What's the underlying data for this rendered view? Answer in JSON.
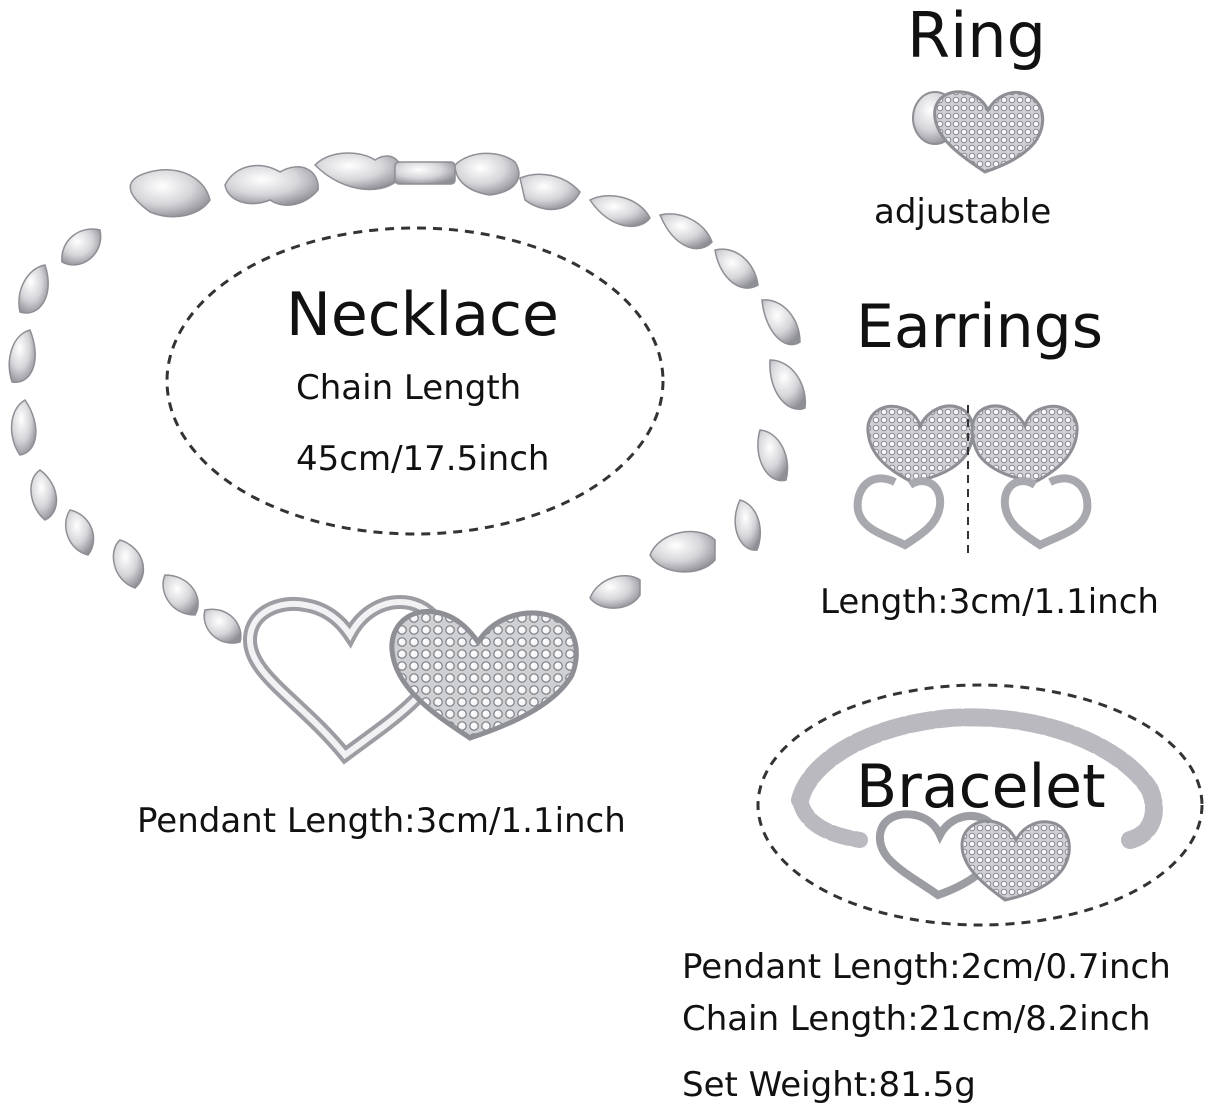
{
  "necklace": {
    "title": "Necklace",
    "chain_label": "Chain Length",
    "chain_value": "45cm/17.5inch",
    "pendant": "Pendant Length:3cm/1.1inch"
  },
  "ring": {
    "title": "Ring",
    "note": "adjustable"
  },
  "earrings": {
    "title": "Earrings",
    "length": "Length:3cm/1.1inch"
  },
  "bracelet": {
    "title": "Bracelet",
    "pendant": "Pendant Length:2cm/0.7inch",
    "chain": "Chain Length:21cm/8.2inch",
    "weight": "Set Weight:81.5g"
  },
  "colors": {
    "metal": "#d9d9dc",
    "metal_dark": "#9a9aa0",
    "text": "#111111"
  }
}
